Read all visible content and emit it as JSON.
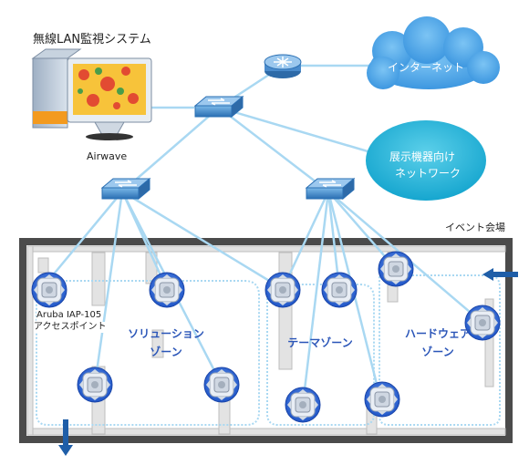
{
  "title": "無線LAN監視システム",
  "server_label": "Airwave",
  "cloud_internet": "インターネット",
  "cloud_exhibit": {
    "line1": "展示機器向け",
    "line2": "ネットワーク"
  },
  "venue_label": "イベント会場",
  "ap_label": {
    "line1": "Aruba IAP-105",
    "line2": "アクセスポイント"
  },
  "zones": [
    {
      "line1": "ソリューション",
      "line2": "ゾーン"
    },
    {
      "line1": "テーマゾーン",
      "line2": ""
    },
    {
      "line1": "ハードウェア",
      "line2": "ゾーン"
    }
  ],
  "colors": {
    "link": "#a9d8f2",
    "switch": "#2f7fc6",
    "cloud_internet": "#4aa3e8",
    "cloud_exhibit": "#22b3d6",
    "venue_border": "#4b4b4b",
    "zone_text": "#2a55b8",
    "arrow": "#1f5ea8",
    "ap": "#2f6fd6"
  },
  "icons": [
    "server-icon",
    "router-icon",
    "switch-icon",
    "access-point-icon",
    "arrow-icon",
    "cloud-icon"
  ]
}
